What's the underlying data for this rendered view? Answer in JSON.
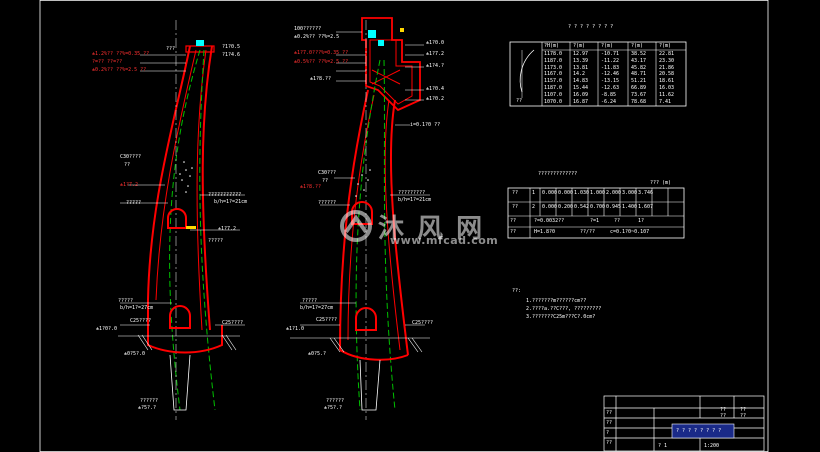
{
  "drawing": {
    "section_a_labels": {
      "top_left": [
        "±1.2%?? ??%=0.35 ??",
        "?=?? ??=??",
        "±0.2%?? ??%=2.5 ??"
      ],
      "top_elev": "???",
      "right_1": "?1?0.5",
      "right_2": "?1?4.6",
      "mid_1": "C30????",
      "mid_2": "??",
      "mid_3": "±1?7.2",
      "mid_4": "?????",
      "mid_5": "???????????",
      "mid_6": "b/h=1?=21cm",
      "mid_7": "±1?7.2",
      "mid_8": "?????",
      "low_1": "?????",
      "low_2": "b/h=1?=27cm",
      "low_3": "C25????",
      "low_4": "±1?0?.0",
      "low_5": "C25????",
      "base_1": "±0?5?.0",
      "base_2": "??????",
      "base_3": "±?5?.?"
    },
    "section_b_labels": {
      "top_left": [
        "100??????",
        "±0.2%?? ??%=2.5",
        "±1?7.0???%=0.35 ??",
        "±0.5%?? ??%=2.5 ??",
        "±1?8.??"
      ],
      "right": [
        "±1?0.0",
        "±1?7.2",
        "±1?4.?",
        "±1?0.4",
        "±1?0.2"
      ],
      "slope": "i=0.1?0 ??",
      "mid_1": "C30???",
      "mid_2": "??",
      "mid_3": "±1?8.??",
      "mid_4": "?????????",
      "mid_5": "b/h=1?=21cm",
      "mid_6": "??????",
      "low_1": "?????",
      "low_2": "b/h=1?=27cm",
      "low_3": "C25????",
      "low_4": "C25????",
      "low_5": "±1?1.0",
      "base_1": "±0?5.?",
      "base_2": "??????",
      "base_3": "±?5?.?"
    },
    "table1": {
      "title": "? ? ? ? ? ? ? ?",
      "headers": [
        "?H(m)",
        "?(m)",
        "?(m)",
        "?(m)",
        "?(m)"
      ],
      "rows": [
        [
          "1178.0",
          "12.97",
          "-10.71",
          "38.52",
          "22.81"
        ],
        [
          "1187.0",
          "13.39",
          "-11.22",
          "43.17",
          "23.30"
        ],
        [
          "1173.0",
          "13.81",
          "-11.83",
          "45.82",
          "21.86"
        ],
        [
          "1167.0",
          "14.2",
          "-12.46",
          "48.71",
          "20.58"
        ],
        [
          "1157.0",
          "14.83",
          "-13.15",
          "51.21",
          "18.61"
        ],
        [
          "1187.0",
          "15.44",
          "-12.63",
          "66.89",
          "16.03"
        ],
        [
          "1107.0",
          "16.09",
          "-8.85",
          "73.67",
          "11.62"
        ],
        [
          "1070.0",
          "16.87",
          "-6.24",
          "78.68",
          "7.41"
        ]
      ],
      "sketch_label": "??"
    },
    "table2": {
      "title": "?????????????",
      "unit": "??? (m)",
      "rows": [
        [
          "??",
          "1",
          "0.000",
          "0.000",
          "1.030",
          "1.000",
          "2.000",
          "3.000",
          "3.746"
        ],
        [
          "??",
          "2",
          "0.000",
          "0.200",
          "0.542",
          "0.700",
          "0.945",
          "1.400",
          "1.607"
        ]
      ],
      "row3": [
        "??",
        "?=0.0032??",
        "?=1",
        "??",
        "1?"
      ],
      "row4": [
        "??",
        "H=1.8?0",
        "??/??",
        "c=0.1?0~0.107"
      ]
    },
    "notes": {
      "title": "??:",
      "items": [
        "1.???????m??????cm??",
        "2.????a.??C???, ?????????",
        "3.???????C25m???C?.0cm?"
      ]
    },
    "title_block": {
      "cells": [
        "??",
        "??",
        "??",
        "??",
        "??",
        "??",
        "?",
        "??"
      ],
      "drawing_name": "? ? ? ? ? ? ? ?",
      "sheet_no": "? 1",
      "scale": "1:200"
    },
    "watermark": {
      "cn": "沐 风 网",
      "url": "www.mfcad.com"
    }
  },
  "colors": {
    "background": "#000000",
    "outline": "#ff0000",
    "centerline": "#00c000",
    "text": "#ffffff",
    "accent_cyan": "#00ffff",
    "table_text": "#ffffff",
    "title_cell": "#1a2a88"
  }
}
